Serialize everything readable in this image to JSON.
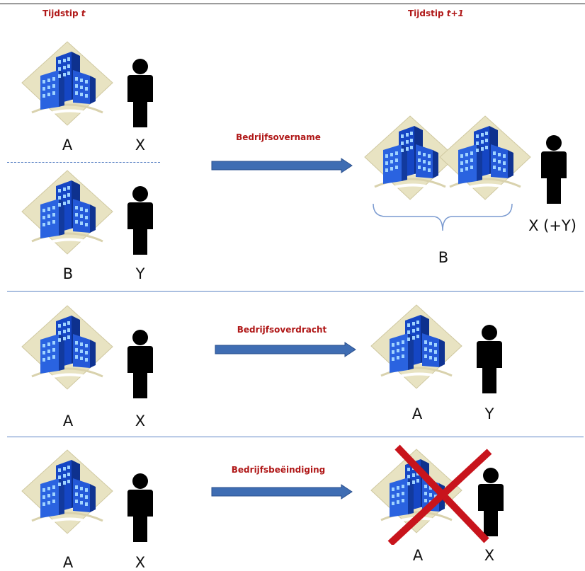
{
  "headers": {
    "left_prefix": "Tijdstip ",
    "left_var": "t",
    "right_prefix": "Tijdstip ",
    "right_var": "t+1"
  },
  "section1": {
    "process_label": "Bedrijfsovername",
    "before_top": {
      "company": "A",
      "person": "X"
    },
    "before_bottom": {
      "company": "B",
      "person": "Y"
    },
    "after": {
      "company": "B",
      "person": "X (+Y)"
    }
  },
  "section2": {
    "process_label": "Bedrijfsoverdracht",
    "before": {
      "company": "A",
      "person": "X"
    },
    "after": {
      "company": "A",
      "person": "Y"
    }
  },
  "section3": {
    "process_label": "Bedrijfsbeëindiging",
    "before": {
      "company": "A",
      "person": "X"
    },
    "after": {
      "company": "A",
      "person": "X"
    }
  },
  "colors": {
    "header_text": "#b01818",
    "arrow_fill": "#3f6db3",
    "divider": "#5b83c4",
    "cross": "#c8141c",
    "building": "#1f56d6",
    "diamond": "#e8e3c2"
  }
}
